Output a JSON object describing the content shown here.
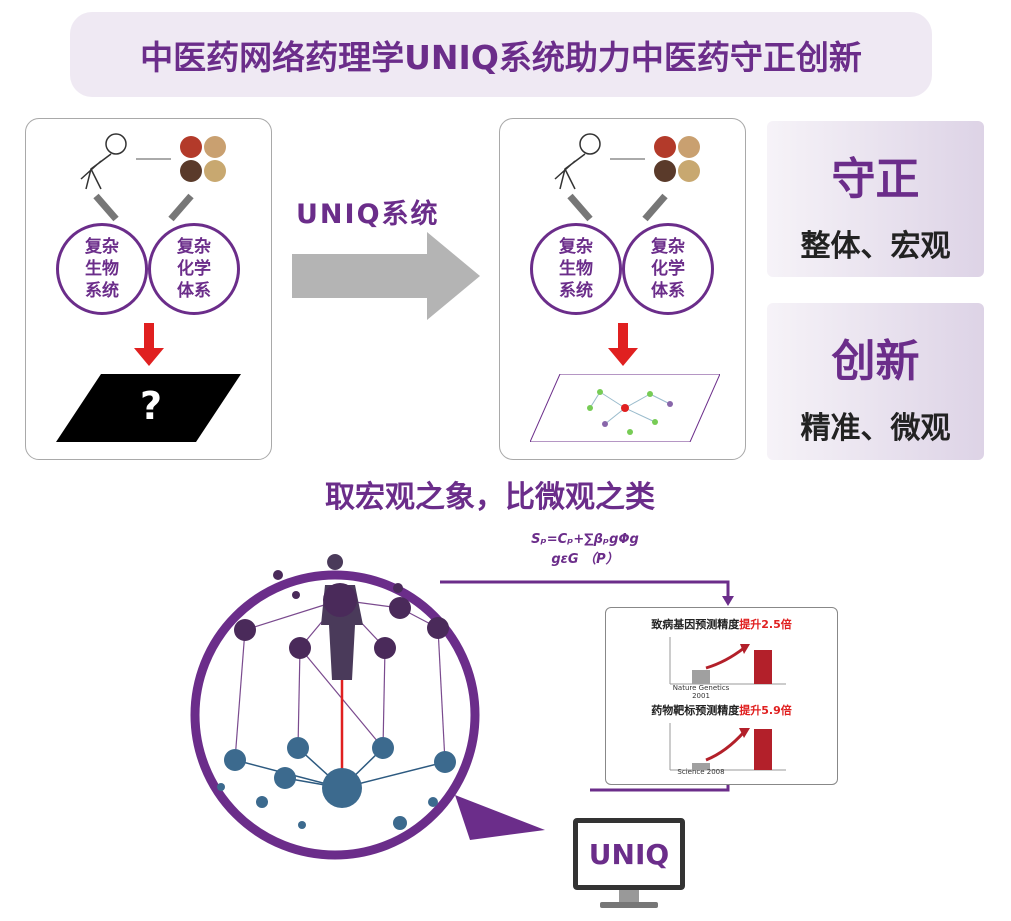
{
  "title": "中医药网络药理学UNIQ系统助力中医药守正创新",
  "left_box": {
    "bio": [
      "复杂",
      "生物",
      "系统"
    ],
    "chem": [
      "复杂",
      "化学",
      "体系"
    ],
    "unknown": "?"
  },
  "arrow_label": "UNIQ系统",
  "right_box": {
    "bio": [
      "复杂",
      "生物",
      "系统"
    ],
    "chem": [
      "复杂",
      "化学",
      "体系"
    ]
  },
  "panels": [
    {
      "title": "守正",
      "subtitle": "整体、宏观"
    },
    {
      "title": "创新",
      "subtitle": "精准、微观"
    }
  ],
  "subtitle": "取宏观之象，比微观之类",
  "formula": {
    "line1": "Sₚ=Cₚ+∑βₚgΦg",
    "line2": "gεG （P）"
  },
  "charts": [
    {
      "title": "致病基因预测精度",
      "highlight": "提升2.5倍",
      "baseline_label": "Nature Genetics 2001",
      "fold": 2.5
    },
    {
      "title": "药物靶标预测精度",
      "highlight": "提升5.9倍",
      "baseline_label": "Science 2008",
      "fold": 5.9
    }
  ],
  "monitor_logo": "UNIQ",
  "colors": {
    "purple": "#6b2d8a",
    "red": "#e02020",
    "bar_red": "#b3202a",
    "gray": "#a0a0a0"
  }
}
